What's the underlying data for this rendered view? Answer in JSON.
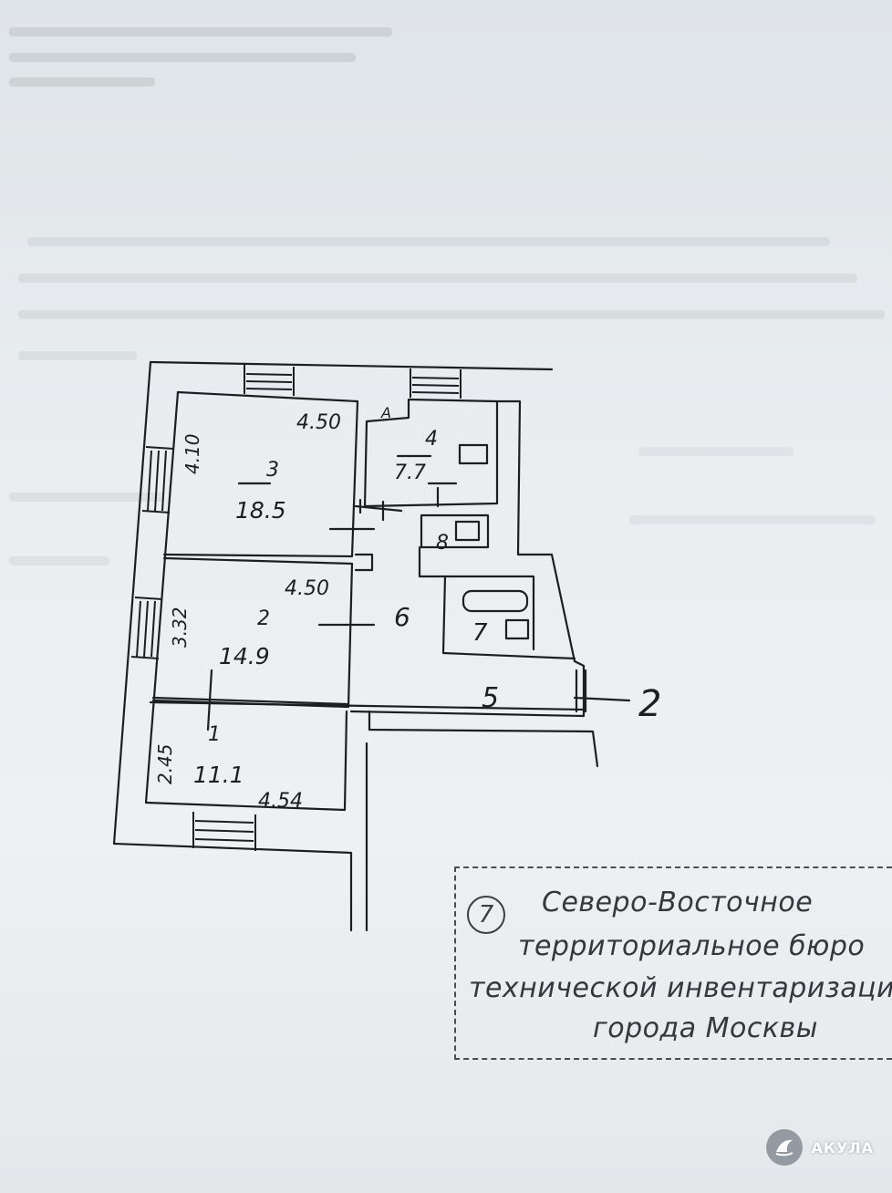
{
  "plan": {
    "rooms": [
      {
        "number": "1",
        "area": "11.1"
      },
      {
        "number": "2",
        "area": "14.9"
      },
      {
        "number": "3",
        "area": "18.5"
      },
      {
        "number": "4",
        "area": "7.7"
      },
      {
        "number": "5",
        "area": ""
      },
      {
        "number": "6",
        "area": ""
      },
      {
        "number": "7",
        "area": ""
      },
      {
        "number": "8",
        "area": ""
      }
    ],
    "dimensions": {
      "room3_width": "4.50",
      "room3_depth": "4.10",
      "room2_width": "4.50",
      "room2_depth": "3.32",
      "room1_width": "4.54",
      "room1_depth": "2.45"
    },
    "marker_a": "A",
    "section_mark": "2"
  },
  "stamp": {
    "number": "7",
    "lines": [
      "Северо-Восточное",
      "территориальное бюро",
      "технической инвентаризации",
      "города Москвы"
    ]
  },
  "watermark": {
    "brand": "АКУЛА"
  },
  "colors": {
    "paper": "#e9edf0",
    "ink": "#1c1e22",
    "stamp_ink": "#34373c"
  }
}
